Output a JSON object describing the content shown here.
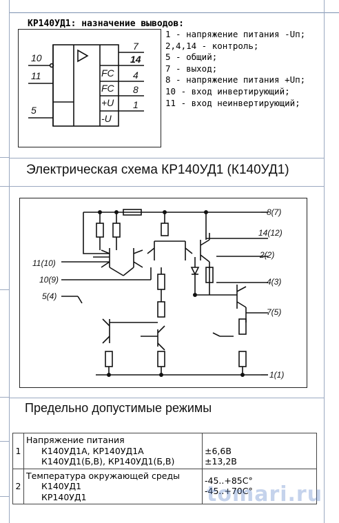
{
  "pinout": {
    "title": "КР140УД1: назначение выводов:",
    "pin_labels_left": [
      "10",
      "11",
      "5"
    ],
    "pin_labels_right": [
      "7",
      "14",
      "4",
      "8",
      "1"
    ],
    "block_labels": [
      "FC",
      "FC",
      "+U",
      "-U"
    ],
    "list": [
      "1 - напряжение питания -Uп;",
      "2,4,14 - контроль;",
      "5 - общий;",
      "7 - выход;",
      "8 - напряжение питания +Uп;",
      "10 - вход инвертирующий;",
      "11 - вход неинвертирующий;"
    ]
  },
  "schematic": {
    "heading": "Электрическая схема КР140УД1 (К140УД1)",
    "pins_left": [
      "11(10)",
      "10(9)",
      "5(4)"
    ],
    "pins_right": [
      "8(7)",
      "14(12)",
      "2(2)",
      "4(3)",
      "7(5)",
      "1(1)"
    ]
  },
  "limits": {
    "heading": "Предельно допустимые режимы",
    "rows": [
      {
        "num": "1",
        "param": "Напряжение питания",
        "subs": [
          "К140УД1А, КР140УД1А",
          "К140УД1(Б,В), КР140УД1(Б,В)"
        ],
        "values": [
          "±6,6В",
          "±13,2В"
        ]
      },
      {
        "num": "2",
        "param": "Температура окружающей среды",
        "subs": [
          "К140УД1",
          "КР140УД1"
        ],
        "values": [
          "-45..+85С°",
          "-45..+70С°"
        ]
      }
    ]
  },
  "watermark": "tomari.ru",
  "colors": {
    "frame": "#9aa8c0",
    "ink": "#111111",
    "watermark": "#5a82c8"
  }
}
